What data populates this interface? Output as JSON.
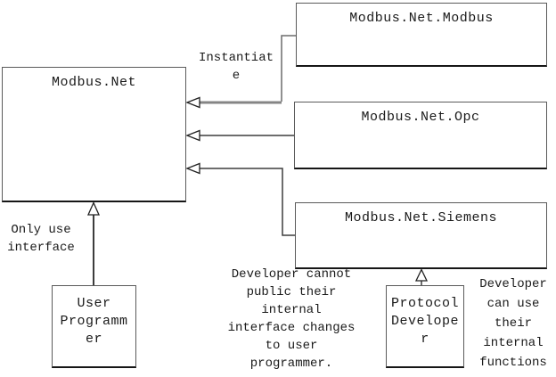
{
  "diagram": {
    "boxes": {
      "modbus_net": {
        "title": "Modbus.Net"
      },
      "modbus_net_modbus": {
        "title": "Modbus.Net.Modbus"
      },
      "modbus_net_opc": {
        "title": "Modbus.Net.Opc"
      },
      "modbus_net_siemens": {
        "title": "Modbus.Net.Siemens"
      },
      "user_programmer": {
        "lines": [
          "User",
          "Programm",
          "er"
        ]
      },
      "protocol_developer": {
        "lines": [
          "Protocol",
          "Develope",
          "r"
        ]
      }
    },
    "labels": {
      "instantiate": {
        "lines": [
          "Instantiat",
          "e"
        ]
      },
      "only_use": {
        "lines": [
          "Only use",
          "interface"
        ]
      },
      "dev_cannot": {
        "lines": [
          "Developer cannot",
          "public their",
          "internal",
          "interface changes",
          "to user",
          "programmer."
        ]
      },
      "dev_can": {
        "lines": [
          "Developer",
          "can use",
          "their",
          "internal",
          "functions"
        ]
      }
    },
    "colors": {
      "background": "#ffffff",
      "box_border": "#5a5a5a",
      "box_border_bottom": "#161616",
      "line": "#3d3d3d",
      "thick_line": "#858585",
      "text": "#1a1a1a",
      "arrowhead_fill": "#ffffff",
      "arrowhead_stroke": "#222222"
    }
  }
}
